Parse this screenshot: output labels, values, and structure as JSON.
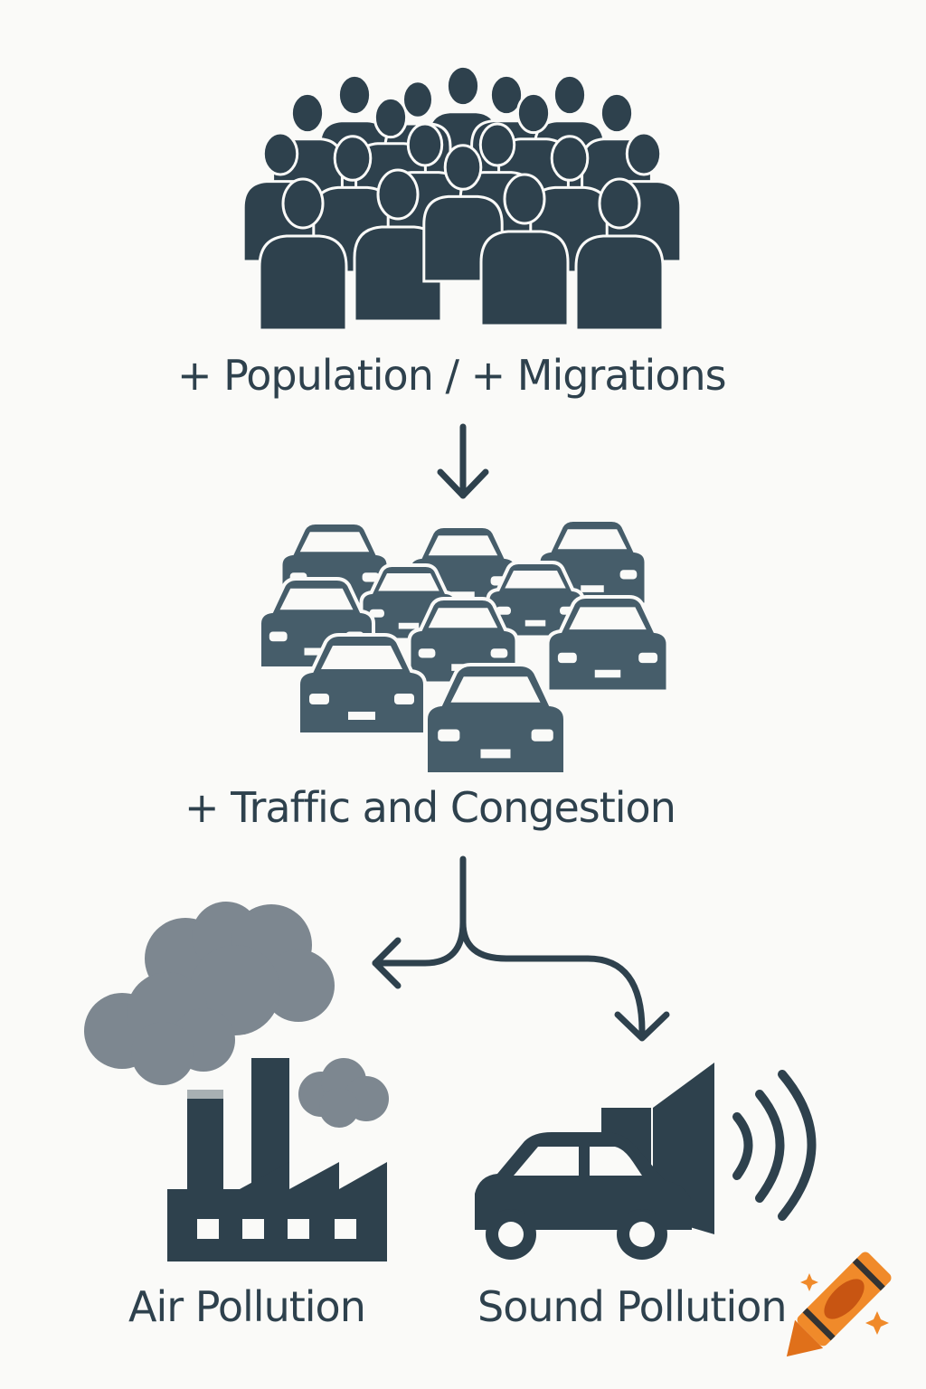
{
  "colors": {
    "background": "#fafaf8",
    "primary": "#2e414d",
    "car": "#465d6a",
    "smoke": "#7d8790",
    "logo": "#f08a2a"
  },
  "steps": {
    "population": {
      "label": "+ Population / + Migrations",
      "icon": "crowd-icon"
    },
    "traffic": {
      "label": "+ Traffic and Congestion",
      "icon": "cars-icon"
    },
    "air": {
      "label": "Air Pollution",
      "icon": "factory-smoke-icon"
    },
    "sound": {
      "label": "Sound Pollution",
      "icon": "car-speaker-icon"
    }
  },
  "logo": {
    "icon": "crayon-icon"
  }
}
